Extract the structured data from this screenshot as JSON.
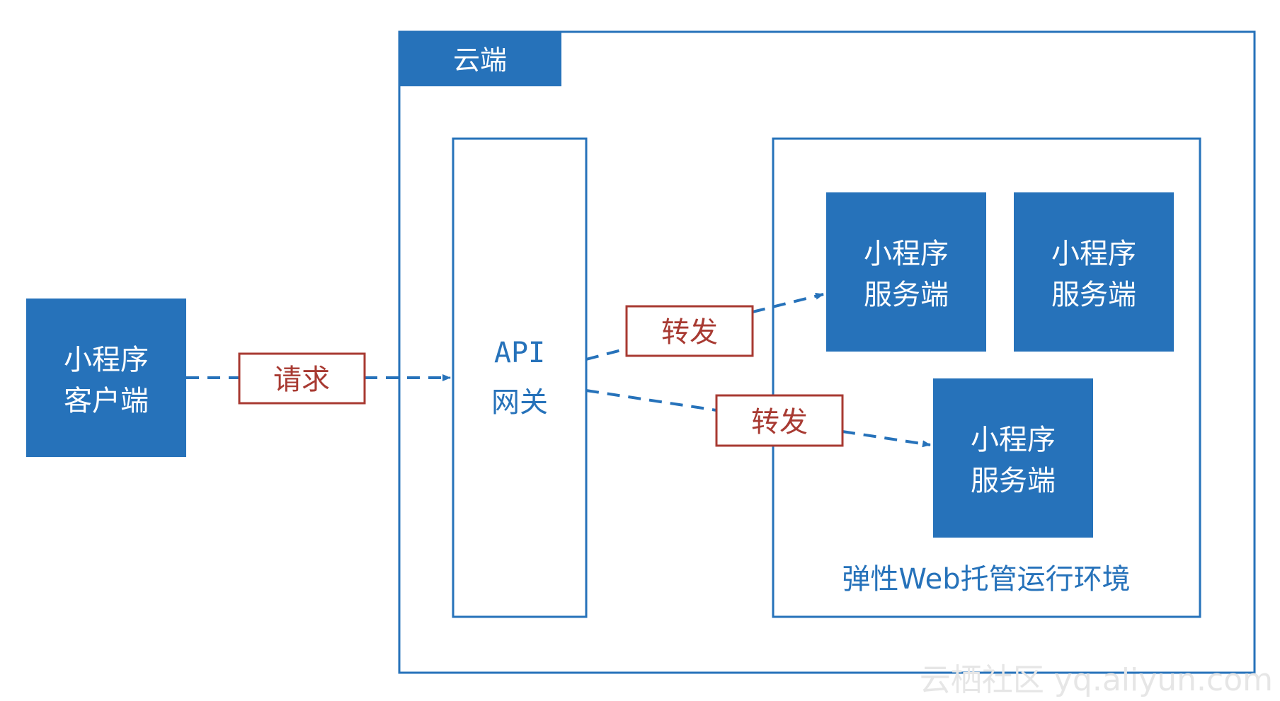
{
  "colors": {
    "primary_blue": "#2672BA",
    "request_red": "#A83A32",
    "watermark_gray": "#E6E6E6",
    "white": "#FFFFFF"
  },
  "client": {
    "line1": "小程序",
    "line2": "客户端"
  },
  "cloud": {
    "tab_label": "云端"
  },
  "gateway": {
    "line1": "API",
    "line2": "网关"
  },
  "web_env": {
    "label": "弹性Web托管运行环境"
  },
  "servers": [
    {
      "line1": "小程序",
      "line2": "服务端"
    },
    {
      "line1": "小程序",
      "line2": "服务端"
    },
    {
      "line1": "小程序",
      "line2": "服务端"
    }
  ],
  "edges": {
    "request_label": "请求",
    "forward_label_1": "转发",
    "forward_label_2": "转发"
  },
  "watermark": {
    "text": "云栖社区 yq.aliyun.com"
  }
}
